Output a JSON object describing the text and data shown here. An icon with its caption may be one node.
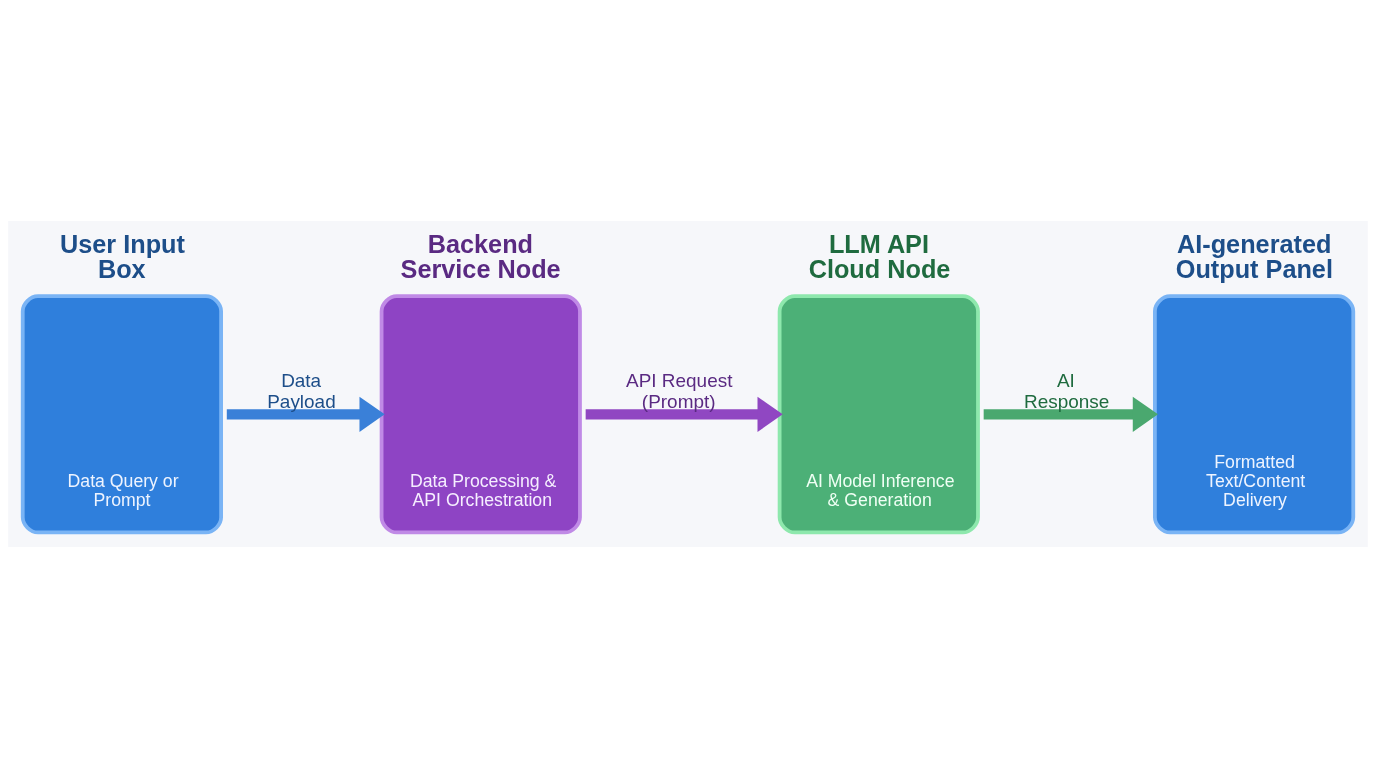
{
  "diagram": {
    "nodes": [
      {
        "text": [
          "User Input Box",
          "Data Query or Prompt"
        ]
      },
      {
        "text": [
          "Backend Service Node",
          "Data Processing & API Orchestration"
        ]
      },
      {
        "text": [
          "LLM API Cloud Node",
          "AI Model Inference & Generation"
        ]
      },
      {
        "text": [
          "AI-generated Output Panel",
          "Formatted Text/Content Delivery"
        ]
      }
    ],
    "edges": [
      {
        "from": 0,
        "to": 1,
        "arrow": "to",
        "label": "Data Payload",
        "color": "#3a80d8"
      },
      {
        "from": 1,
        "to": 2,
        "arrow": "to",
        "label": "API Request (Prompt)",
        "color": "#9047c2"
      },
      {
        "from": 2,
        "to": 3,
        "arrow": "to",
        "label": "AI Response",
        "color": "#4aa86f"
      }
    ]
  }
}
